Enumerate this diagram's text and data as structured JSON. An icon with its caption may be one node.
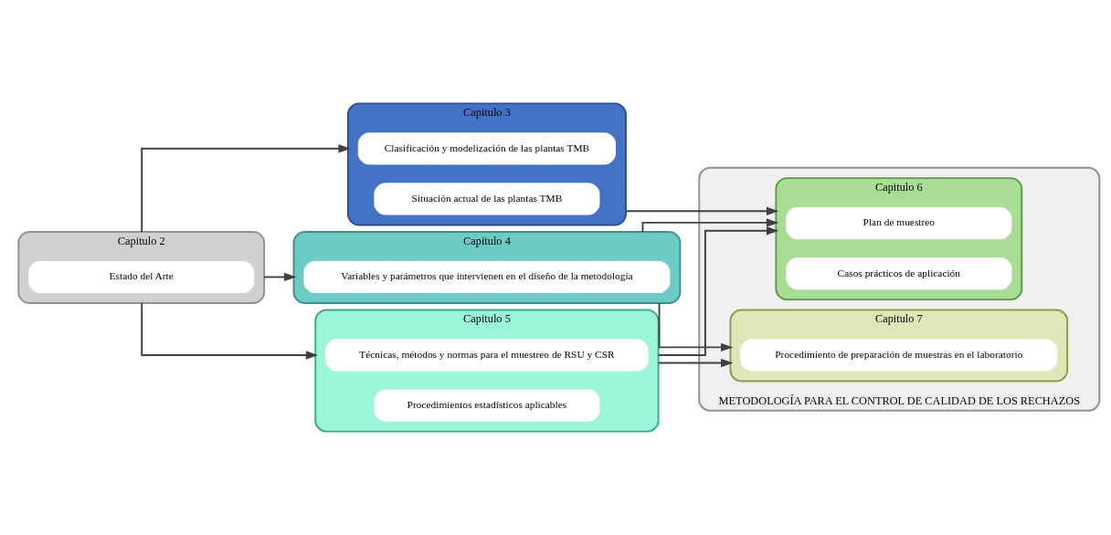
{
  "diagram": {
    "nodes": [
      {
        "text": [
          "Capitulo 2"
        ]
      },
      {
        "text": [
          "Estado del Arte"
        ],
        "in": 0
      },
      {
        "text": [
          "Capitulo 3"
        ]
      },
      {
        "text": [
          "Clasificación y modelización de las plantas TMB"
        ],
        "in": 2
      },
      {
        "text": [
          "Situación actual de las plantas TMB"
        ],
        "in": 2
      },
      {
        "text": [
          "Capitulo 4"
        ]
      },
      {
        "text": [
          "Variables y parámetros que intervienen en el diseño de la metodología"
        ],
        "in": 5
      },
      {
        "text": [
          "Capitulo 5"
        ]
      },
      {
        "text": [
          "Técnicas, métodos y normas para el muestreo de RSU y CSR"
        ],
        "in": 7
      },
      {
        "text": [
          "Procedimientos estadísticos aplicables"
        ],
        "in": 7
      },
      {
        "text": [
          "METODOLOGÍA PARA EL CONTROL DE CALIDAD DE LOS RECHAZOS"
        ]
      },
      {
        "text": [
          "Capitulo 6"
        ],
        "in": 10
      },
      {
        "text": [
          "Plan de muestreo"
        ],
        "in": 11
      },
      {
        "text": [
          "Casos prácticos de aplicación"
        ],
        "in": 11
      },
      {
        "text": [
          "Capitulo 7"
        ],
        "in": 10
      },
      {
        "text": [
          "Procedimiento de preparación de muestras en el laboratorio"
        ],
        "in": 14
      }
    ],
    "edges": [
      {
        "from": 0,
        "to": 2,
        "arrow": "to"
      },
      {
        "from": 0,
        "to": 5,
        "arrow": "to"
      },
      {
        "from": 0,
        "to": 7,
        "arrow": "to"
      },
      {
        "from": 2,
        "to": 11,
        "arrow": "to"
      },
      {
        "from": 5,
        "to": 11,
        "arrow": "to"
      },
      {
        "from": 5,
        "to": 14,
        "arrow": "to"
      },
      {
        "from": 7,
        "to": 11,
        "arrow": "to"
      },
      {
        "from": 7,
        "to": 14,
        "arrow": "to"
      }
    ]
  }
}
